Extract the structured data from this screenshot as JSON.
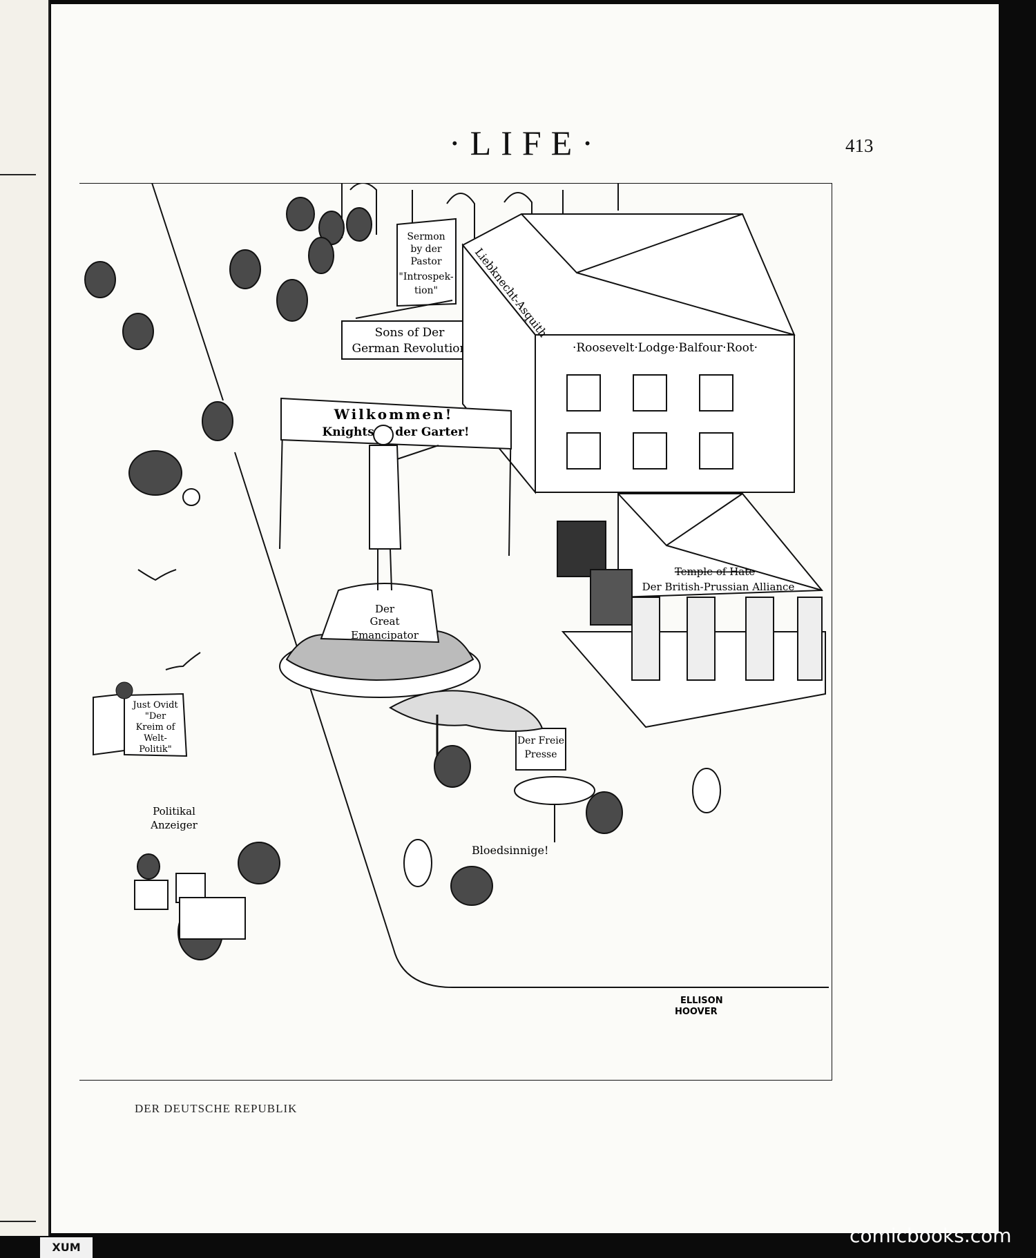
{
  "page": {
    "masthead": "·LIFE·",
    "page_number": "413",
    "caption": "DER DEUTSCHE REPUBLIK"
  },
  "signs": {
    "sermon": [
      "Sermon",
      "by der",
      "Pastor",
      "\"Introspek-",
      "tion\""
    ],
    "sons": [
      "Sons of Der",
      "German Revolution"
    ],
    "lodge_side": "Liebknecht-Asquith",
    "lodge_front": "·Roosevelt·Lodge·Balfour·Root·",
    "banner": [
      "Wilkommen!",
      "Knights of der Garter!"
    ],
    "statue": [
      "Der",
      "Great",
      "Emancipator"
    ],
    "temple_struck": "Temple of Hate",
    "temple": "Der British-Prussian Alliance",
    "sandwich": [
      "Just Ovidt",
      "\"Der",
      "Kreim of",
      "Welt-",
      "Politik\""
    ],
    "politikal": [
      "Politikal",
      "Anzeiger"
    ],
    "freie": [
      "Der Freie",
      "Presse"
    ],
    "bloed": "Bloedsinnige!",
    "signature": [
      "ELLISON",
      "HOOVER"
    ]
  },
  "footer": {
    "tag": "XUM",
    "watermark": "comicbooks.com"
  }
}
